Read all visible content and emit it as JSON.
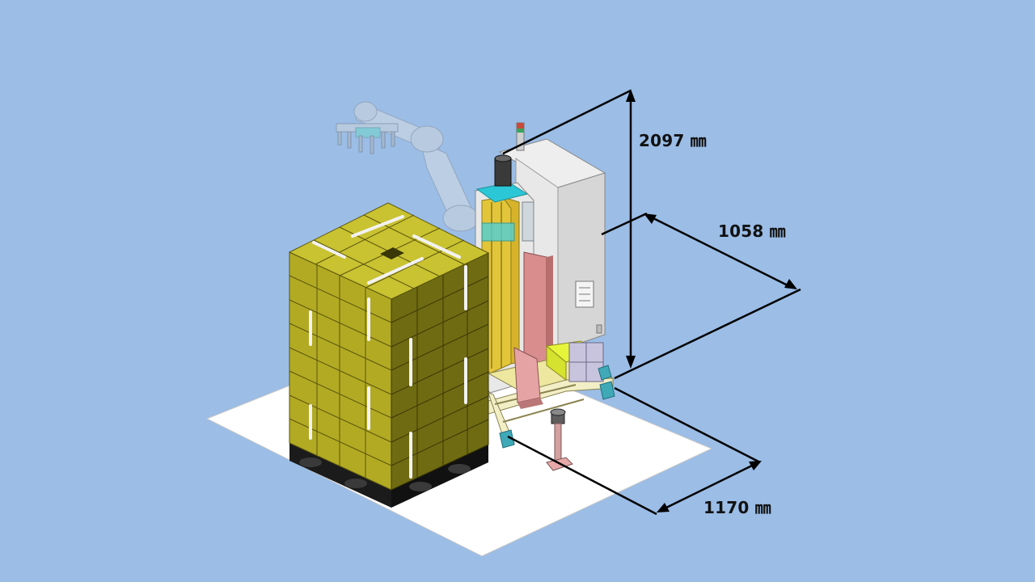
{
  "dimensions": {
    "height": "2097 ㎜",
    "depth": "1058 ㎜",
    "width": "1170 ㎜"
  },
  "colors": {
    "background": "#9bbde6",
    "box_top": "#c9c231",
    "box_left": "#b2aa22",
    "box_right": "#6f6b12",
    "pallet": "#1b1b1b",
    "cabinet": "#dedede",
    "accent_cyan": "#2cc7d6",
    "accent_pink": "#d98d8d",
    "floor": "#ffffff"
  }
}
